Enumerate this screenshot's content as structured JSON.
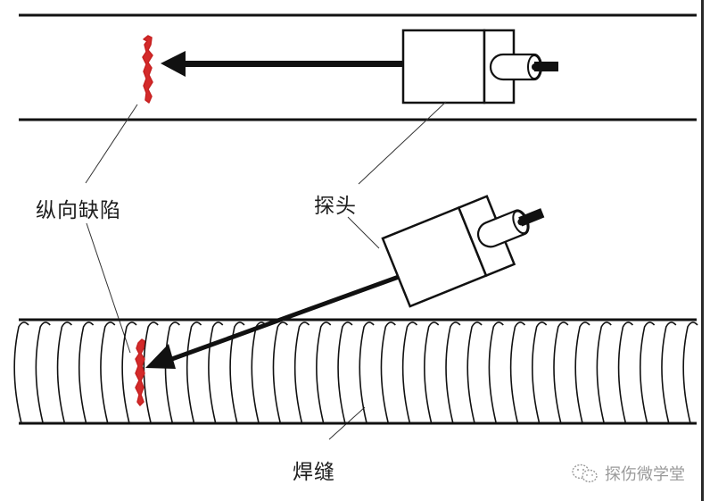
{
  "diagram": {
    "title": "Ultrasonic angle probe detection of longitudinal defect in weld",
    "labels": {
      "defect": "纵向缺陷",
      "probe": "探头",
      "weld": "焊缝"
    },
    "watermark": {
      "icon": "wechat-icon",
      "text": "探伤微学堂"
    },
    "colors": {
      "line": "#111111",
      "defect": "#d42a2a",
      "text": "#1e1e1e",
      "watermark": "#9a9a9a",
      "background": "#ffffff"
    },
    "weld_coil_count": 32
  }
}
